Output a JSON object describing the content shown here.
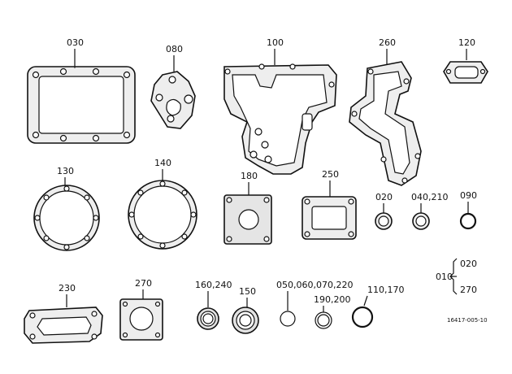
{
  "parts": [
    {
      "id": "030",
      "label": "030"
    },
    {
      "id": "080",
      "label": "080"
    },
    {
      "id": "100",
      "label": "100"
    },
    {
      "id": "260",
      "label": "260"
    },
    {
      "id": "120",
      "label": "120"
    },
    {
      "id": "130",
      "label": "130"
    },
    {
      "id": "140",
      "label": "140"
    },
    {
      "id": "180",
      "label": "180"
    },
    {
      "id": "250",
      "label": "250"
    },
    {
      "id": "020",
      "label": "020"
    },
    {
      "id": "040-210",
      "label": "040,210"
    },
    {
      "id": "090",
      "label": "090"
    },
    {
      "id": "230",
      "label": "230"
    },
    {
      "id": "270",
      "label": "270"
    },
    {
      "id": "160-240",
      "label": "160,240"
    },
    {
      "id": "150",
      "label": "150"
    },
    {
      "id": "050-220",
      "label": "050,060,070,220"
    },
    {
      "id": "190-200",
      "label": "190,200"
    },
    {
      "id": "110-170",
      "label": "110,170"
    }
  ],
  "kit_note": {
    "parent": "010",
    "child_a": "020",
    "child_b": "270"
  },
  "drawing_code": "16417-005-10"
}
